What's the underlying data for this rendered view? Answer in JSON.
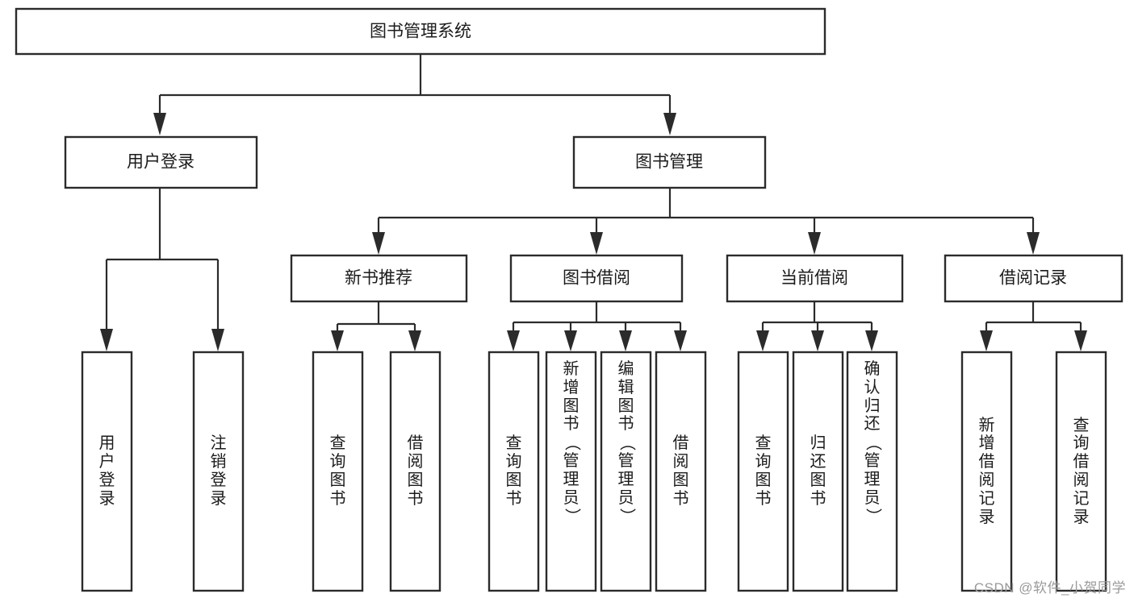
{
  "diagram": {
    "title": "图书管理系统",
    "type": "hierarchy-tree",
    "watermark": "CSDN @软件_小贺同学",
    "colors": {
      "box_stroke": "#2b2b2b",
      "box_fill": "#ffffff",
      "text": "#1b1b1b",
      "background": "#ffffff",
      "watermark": "#9a9a9a"
    },
    "levels": [
      {
        "level": 1,
        "nodes": [
          {
            "id": "root",
            "label": "图书管理系统",
            "orientation": "horizontal"
          }
        ]
      },
      {
        "level": 2,
        "nodes": [
          {
            "id": "login",
            "label": "用户登录",
            "orientation": "horizontal",
            "parent": "root"
          },
          {
            "id": "bookmgmt",
            "label": "图书管理",
            "orientation": "horizontal",
            "parent": "root"
          }
        ]
      },
      {
        "level": 3,
        "nodes": [
          {
            "id": "newbook",
            "label": "新书推荐",
            "orientation": "horizontal",
            "parent": "bookmgmt"
          },
          {
            "id": "borrow",
            "label": "图书借阅",
            "orientation": "horizontal",
            "parent": "bookmgmt"
          },
          {
            "id": "current",
            "label": "当前借阅",
            "orientation": "horizontal",
            "parent": "bookmgmt"
          },
          {
            "id": "records",
            "label": "借阅记录",
            "orientation": "horizontal",
            "parent": "bookmgmt"
          }
        ]
      },
      {
        "level": 4,
        "nodes": [
          {
            "id": "leaf1",
            "label": "用户登录",
            "orientation": "vertical",
            "parent": "login"
          },
          {
            "id": "leaf2",
            "label": "注销登录",
            "orientation": "vertical",
            "parent": "login"
          },
          {
            "id": "leaf3",
            "label": "查询图书",
            "orientation": "vertical",
            "parent": "newbook"
          },
          {
            "id": "leaf4",
            "label": "借阅图书",
            "orientation": "vertical",
            "parent": "newbook"
          },
          {
            "id": "leaf5",
            "label": "查询图书",
            "orientation": "vertical",
            "parent": "borrow"
          },
          {
            "id": "leaf6",
            "label": "新增图书（管理员）",
            "orientation": "vertical",
            "parent": "borrow"
          },
          {
            "id": "leaf7",
            "label": "编辑图书（管理员）",
            "orientation": "vertical",
            "parent": "borrow"
          },
          {
            "id": "leaf8",
            "label": "借阅图书",
            "orientation": "vertical",
            "parent": "borrow"
          },
          {
            "id": "leaf9",
            "label": "查询图书",
            "orientation": "vertical",
            "parent": "current"
          },
          {
            "id": "leaf10",
            "label": "归还图书",
            "orientation": "vertical",
            "parent": "current"
          },
          {
            "id": "leaf11",
            "label": "确认归还（管理员）",
            "orientation": "vertical",
            "parent": "current"
          },
          {
            "id": "leaf12",
            "label": "新增借阅记录",
            "orientation": "vertical",
            "parent": "records"
          },
          {
            "id": "leaf13",
            "label": "查询借阅记录",
            "orientation": "vertical",
            "parent": "records"
          }
        ]
      }
    ]
  }
}
